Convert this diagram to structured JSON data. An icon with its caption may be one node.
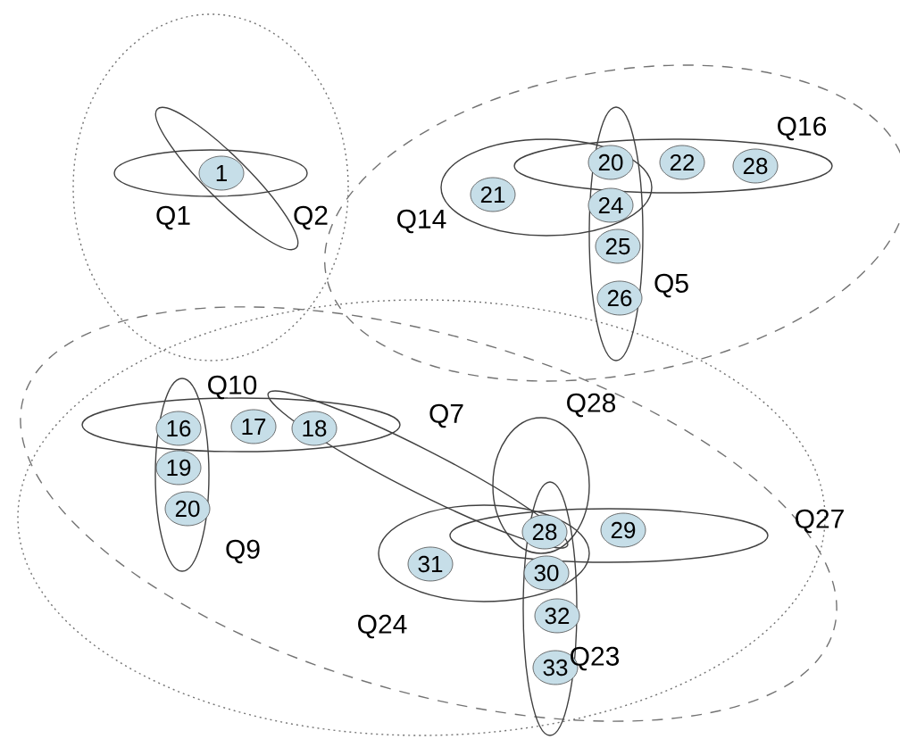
{
  "diagram": {
    "nodes": [
      {
        "text": [],
        "shape": "ellipse"
      },
      {
        "text": [],
        "shape": "ellipse"
      },
      {
        "text": [],
        "shape": "ellipse"
      },
      {
        "text": [],
        "shape": "ellipse"
      },
      {
        "text": [],
        "shape": "ellipse",
        "in": 0
      },
      {
        "text": [],
        "shape": "ellipse",
        "in": 0
      },
      {
        "text": [],
        "shape": "ellipse",
        "in": 1
      },
      {
        "text": [],
        "shape": "ellipse",
        "in": 1
      },
      {
        "text": [],
        "shape": "ellipse",
        "in": 1
      },
      {
        "text": [],
        "shape": "ellipse",
        "in": 3
      },
      {
        "text": [],
        "shape": "ellipse",
        "in": 3
      },
      {
        "text": [],
        "shape": "ellipse",
        "in": 3
      },
      {
        "text": [],
        "shape": "ellipse",
        "in": 3
      },
      {
        "text": [],
        "shape": "ellipse",
        "in": 3
      },
      {
        "text": [],
        "shape": "ellipse",
        "in": 3
      },
      {
        "text": [],
        "shape": "ellipse",
        "in": 3
      },
      {
        "text": [
          "1"
        ]
      },
      {
        "text": [
          "20"
        ]
      },
      {
        "text": [
          "22"
        ],
        "in": 7
      },
      {
        "text": [
          "28"
        ],
        "in": 7
      },
      {
        "text": [
          "21"
        ],
        "in": 6
      },
      {
        "text": [
          "24"
        ]
      },
      {
        "text": [
          "25"
        ],
        "in": 8
      },
      {
        "text": [
          "26"
        ],
        "in": 8
      },
      {
        "text": [
          "16"
        ]
      },
      {
        "text": [
          "17"
        ],
        "in": 9
      },
      {
        "text": [
          "18"
        ]
      },
      {
        "text": [
          "19"
        ],
        "in": 10
      },
      {
        "text": [
          "20"
        ],
        "in": 10
      },
      {
        "text": [
          "31"
        ],
        "in": 14
      },
      {
        "text": [
          "28"
        ]
      },
      {
        "text": [
          "29"
        ],
        "in": 13
      },
      {
        "text": [
          "30"
        ]
      },
      {
        "text": [
          "32"
        ],
        "in": 15
      },
      {
        "text": [
          "33"
        ],
        "in": 15
      }
    ],
    "labels": [
      "Q16",
      "Q1",
      "Q2",
      "Q14",
      "Q5",
      "Q10",
      "Q7",
      "Q28",
      "Q9",
      "Q27",
      "Q24",
      "Q23"
    ]
  }
}
